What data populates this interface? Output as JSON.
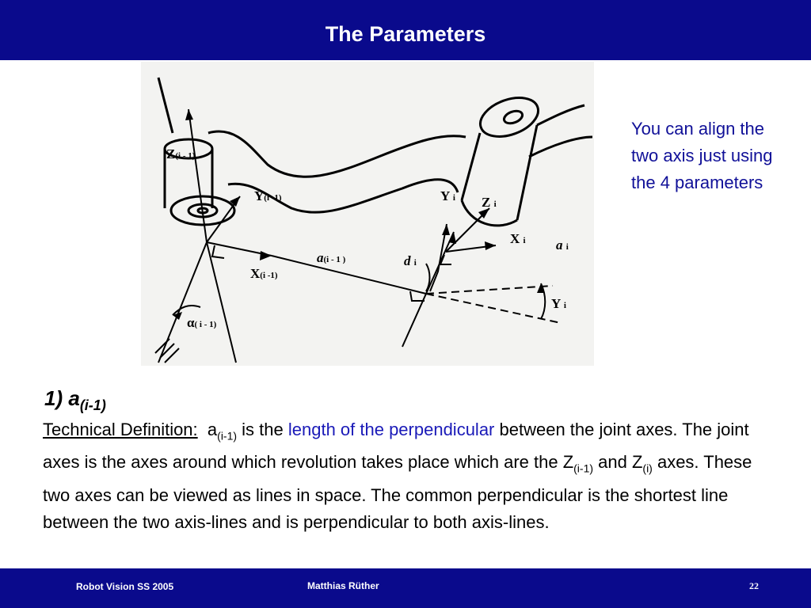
{
  "header": {
    "title": "The Parameters"
  },
  "figure": {
    "labels": {
      "z_prev": "Z",
      "z_prev_sub": "(i - 1)",
      "y_prev": "Y",
      "y_prev_sub": "(i -1)",
      "x_prev": "X",
      "x_prev_sub": "(i -1)",
      "a_prev": "a",
      "a_prev_sub": "(i - 1 )",
      "alpha_prev": "α",
      "alpha_prev_sub": "( i - 1)",
      "y_i_top": "Y",
      "y_i_top_sub": "i",
      "z_i": "Z",
      "z_i_sub": "i",
      "x_i": "X",
      "x_i_sub": "i",
      "a_i": "a",
      "a_i_sub": "i",
      "d_i": "d",
      "d_i_sub": "i",
      "y_i_right": "Y",
      "y_i_right_sub": "i"
    }
  },
  "aside": {
    "text": "You can align the two axis just using the 4 parameters"
  },
  "section": {
    "heading": "1) a",
    "heading_sub": "(i-1)",
    "def_label": "Technical Definition:",
    "def_var": "a",
    "def_var_sub": "(i-1)",
    "t1": " is the ",
    "highlight": "length of the perpendicular",
    "t2": " between the joint axes. The joint axes is the axes around which revolution takes place which are the Z",
    "z1_sub": "(i-1)",
    "t3": "  and  Z",
    "z2_sub": "(i)",
    "t4": " axes. These two axes can be viewed as lines in space. The common perpendicular is the shortest line between the two axis-lines and is perpendicular to both axis-lines."
  },
  "footer": {
    "left": "Robot Vision SS 2005",
    "middle": "Matthias Rüther",
    "page": "22"
  },
  "colors": {
    "header_bg": "#0a0a8c",
    "aside_text": "#101098",
    "highlight": "#1a1ab8"
  }
}
